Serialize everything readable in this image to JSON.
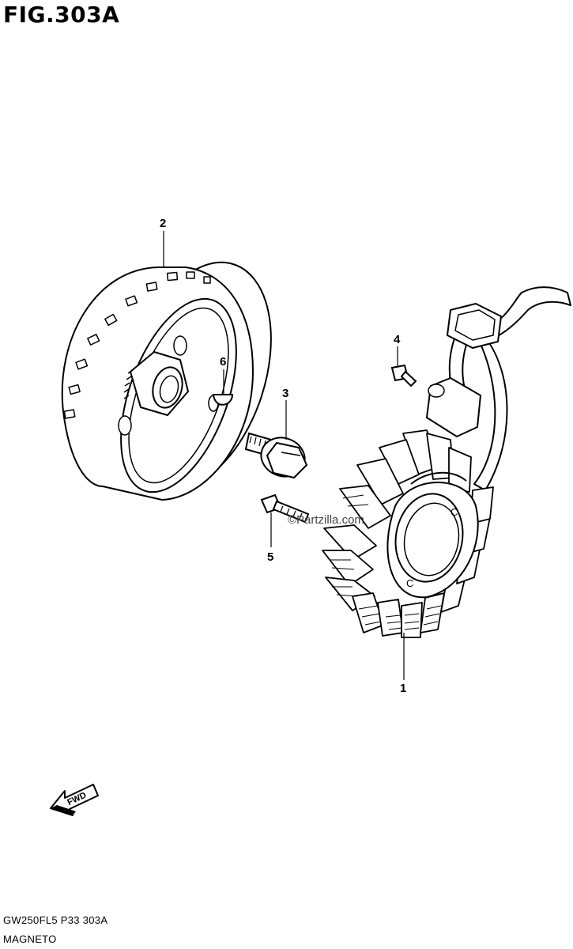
{
  "figure": {
    "title": "FIG.303A"
  },
  "callouts": [
    {
      "id": "1",
      "label": "1"
    },
    {
      "id": "2",
      "label": "2"
    },
    {
      "id": "3",
      "label": "3"
    },
    {
      "id": "4",
      "label": "4"
    },
    {
      "id": "5",
      "label": "5"
    },
    {
      "id": "6",
      "label": "6"
    }
  ],
  "watermark": "©Partzilla.com",
  "fwd_label": "FWD",
  "footer": {
    "code": "GW250FL5  P33  303A",
    "name": "MAGNETO"
  }
}
